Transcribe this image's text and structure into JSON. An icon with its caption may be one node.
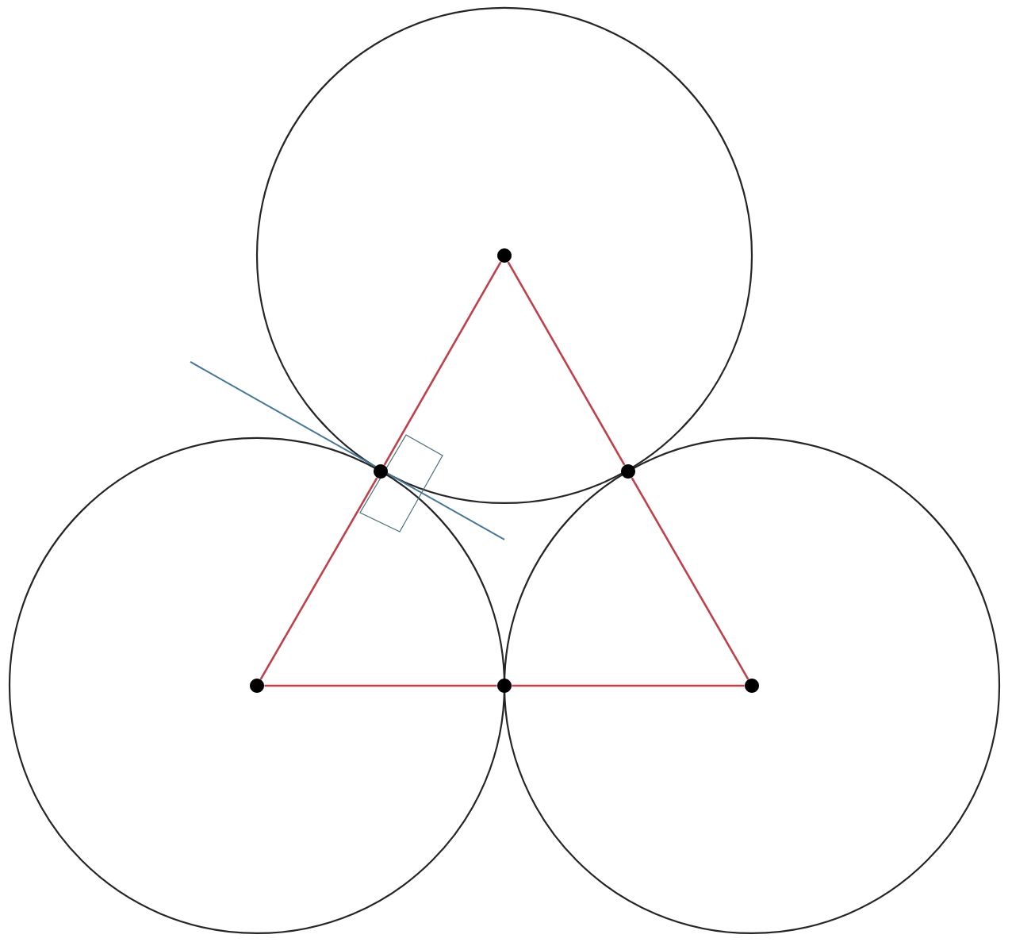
{
  "diagram": {
    "nodes": [
      {
        "text": [],
        "shape": "circle"
      },
      {
        "text": [],
        "shape": "circle"
      },
      {
        "text": [],
        "shape": "circle"
      },
      {
        "text": [],
        "shape": "circle"
      },
      {
        "text": [],
        "shape": "circle"
      },
      {
        "text": [],
        "shape": "circle"
      }
    ],
    "edges": [
      {
        "from": 0,
        "to": 1,
        "arrow": "none",
        "color": "#c0404a"
      },
      {
        "from": 1,
        "to": 3,
        "arrow": "none",
        "color": "#c0404a"
      },
      {
        "from": 3,
        "to": 4,
        "arrow": "none",
        "color": "#c0404a"
      },
      {
        "from": 4,
        "to": 5,
        "arrow": "none",
        "color": "#c0404a"
      },
      {
        "from": 5,
        "to": 2,
        "arrow": "none",
        "color": "#c0404a"
      },
      {
        "from": 2,
        "to": 0,
        "arrow": "none",
        "color": "#c0404a"
      }
    ]
  }
}
